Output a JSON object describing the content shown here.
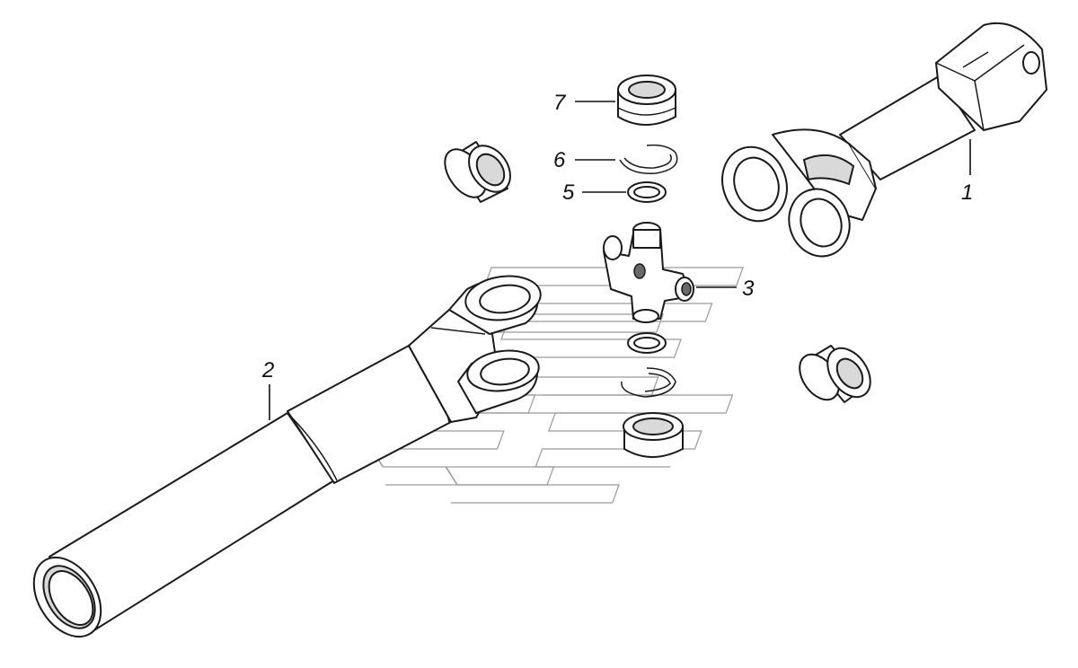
{
  "diagram": {
    "callouts": [
      {
        "id": "1",
        "label": "1"
      },
      {
        "id": "2",
        "label": "2"
      },
      {
        "id": "3",
        "label": "3"
      },
      {
        "id": "5",
        "label": "5"
      },
      {
        "id": "6",
        "label": "6"
      },
      {
        "id": "7",
        "label": "7"
      }
    ]
  },
  "colors": {
    "line": "#1a1a1a",
    "shade": "#d9d9d9",
    "watermark": "#9a9a9a"
  }
}
